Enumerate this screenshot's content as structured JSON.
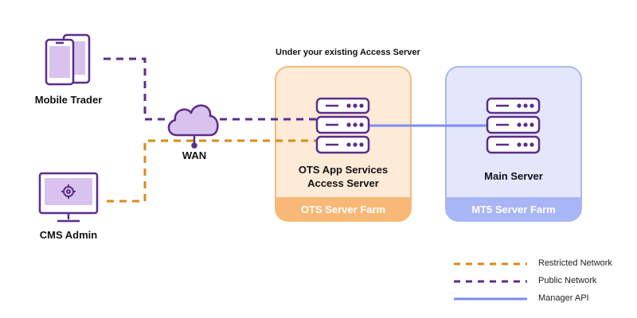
{
  "caption": "Under your existing Access Server",
  "nodes": {
    "mobile_trader": "Mobile Trader",
    "cms_admin": "CMS Admin",
    "wan": "WAN",
    "ots_app_services": "OTS App Services",
    "access_server": "Access Server",
    "main_server": "Main Server"
  },
  "farms": {
    "ots": "OTS Server Farm",
    "mt5": "MT5 Server Farm"
  },
  "legend": {
    "restricted": "Restricted Network",
    "public": "Public Network",
    "manager_api": "Manager API"
  },
  "colors": {
    "restricted": "#d88a1c",
    "public": "#5b2d8a",
    "manager_api": "#7a8cf5",
    "ots_farm_bg": "#fdebd8",
    "ots_farm_border": "#f8b978",
    "ots_farm_label_bg": "#f8b978",
    "mt5_farm_bg": "#e4e7fb",
    "mt5_farm_border": "#a9b6f5",
    "mt5_farm_label_bg": "#a9b6f5",
    "icon_stroke": "#5a2d8c",
    "icon_fill": "#d9c2ee"
  },
  "icons": [
    "mobile-phones-icon",
    "desktop-gear-icon",
    "cloud-wan-icon",
    "server-stack-icon"
  ]
}
